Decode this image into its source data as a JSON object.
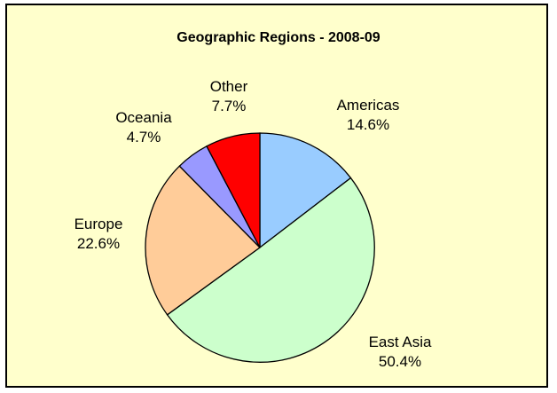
{
  "chart_data": {
    "type": "pie",
    "title": "Geographic Regions - 2008-09",
    "start_angle_deg": 0,
    "direction": "clockwise",
    "slices": [
      {
        "label": "Americas",
        "value_text": "14.6%",
        "value": 14.6,
        "color": "#99ccff"
      },
      {
        "label": "East Asia",
        "value_text": "50.4%",
        "value": 50.4,
        "color": "#ccffcc"
      },
      {
        "label": "Europe",
        "value_text": "22.6%",
        "value": 22.6,
        "color": "#ffcc99"
      },
      {
        "label": "Oceania",
        "value_text": "4.7%",
        "value": 4.7,
        "color": "#9999ff"
      },
      {
        "label": "Other",
        "value_text": "7.7%",
        "value": 7.7,
        "color": "#ff0000"
      }
    ],
    "colors": {
      "background": "#ffffcc",
      "border": "#000000",
      "slice_outline": "#000000"
    }
  }
}
